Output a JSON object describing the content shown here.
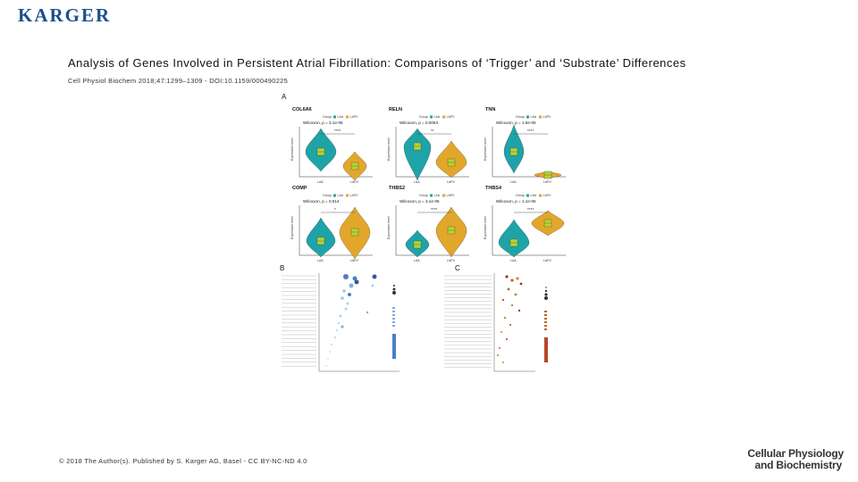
{
  "header": {
    "logo_text": "KARGER"
  },
  "slide": {
    "title": "Analysis of Genes Involved in Persistent Atrial Fibrillation: Comparisons of ‘Trigger’ and ‘Substrate’ Differences",
    "citation": "Cell Physiol Biochem 2018;47:1299–1309 - DOI:10.1159/000490225",
    "footer": "© 2018 The Author(s). Published by S. Karger AG, Basel - CC BY-NC-ND 4.0",
    "journal_line1": "Cellular Physiology",
    "journal_line2": "and Biochemistry"
  },
  "figure": {
    "panel_labels": [
      "A",
      "B",
      "C"
    ],
    "legend_title": "Group",
    "groups": [
      "LAA",
      "LAPV"
    ],
    "colors": {
      "LAA": "#1ea3a8",
      "LAPV": "#e2a72a",
      "box": "#b5d334"
    },
    "y_axis_label": "Expression level",
    "violins": [
      {
        "gene": "COL6A6",
        "stat": "Wilcoxon, p = 3.1e-05",
        "stars": "****"
      },
      {
        "gene": "RELN",
        "stat": "Wilcoxon, p = 0.0063",
        "stars": "**"
      },
      {
        "gene": "TNN",
        "stat": "Wilcoxon, p = 1.5e-06",
        "stars": "****"
      },
      {
        "gene": "COMP",
        "stat": "Wilcoxon, p = 0.014",
        "stars": "*"
      },
      {
        "gene": "THBS2",
        "stat": "Wilcoxon, p = 3.1e-05",
        "stars": "****"
      },
      {
        "gene": "THBS4",
        "stat": "Wilcoxon, p = 1.1e-05",
        "stars": "****"
      }
    ]
  }
}
